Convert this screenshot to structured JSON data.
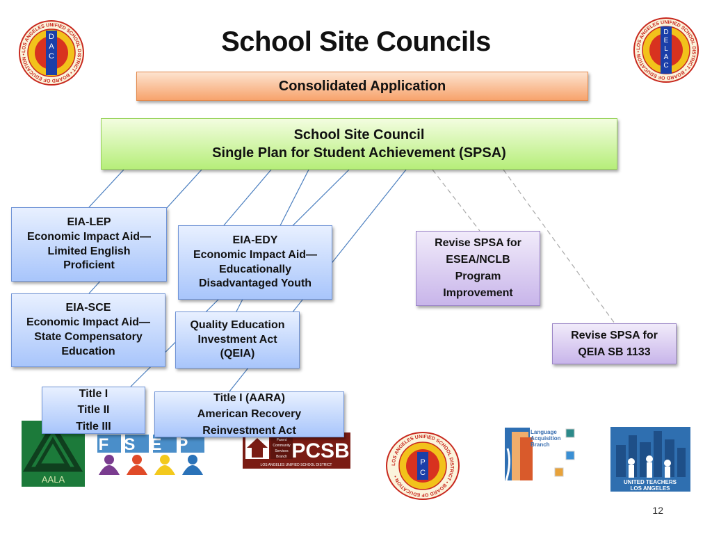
{
  "title": "School Site Councils",
  "logos": {
    "left_seal_letters": [
      "D",
      "A",
      "C"
    ],
    "right_seal_letters": [
      "D",
      "E",
      "L",
      "A",
      "C"
    ],
    "bottom_seal_letters": [
      "P",
      "C"
    ],
    "seal_ring_text": "LOS ANGELES UNIFIED SCHOOL DISTRICT • BOARD OF EDUCATION •",
    "aala": "AALA",
    "fsep": "FSEP",
    "pcsb_side": [
      "Parent",
      "Community",
      "Services",
      "Branch"
    ],
    "pcsb": "PCSB",
    "pcsb_sub": "LOS ANGELES UNIFIED SCHOOL DISTRICT",
    "lab_lines": [
      "Language",
      "Acquisition",
      "Branch"
    ],
    "utla_lines": [
      "UNITED TEACHERS",
      "LOS ANGELES"
    ]
  },
  "consolidated": "Consolidated Application",
  "council": {
    "line1": "School Site Council",
    "line2": "Single Plan for Student Achievement (SPSA)"
  },
  "programs": {
    "eia_lep": [
      "EIA-LEP",
      "Economic Impact Aid—",
      "Limited English",
      "Proficient"
    ],
    "eia_edy": [
      "EIA-EDY",
      "Economic Impact Aid—",
      "Educationally",
      "Disadvantaged Youth"
    ],
    "eia_sce": [
      "EIA-SCE",
      "Economic Impact Aid—",
      "State Compensatory",
      "Education"
    ],
    "qeia": [
      "Quality Education",
      "Investment Act",
      "(QEIA)"
    ],
    "titles": [
      "Title I",
      "Title II",
      "Title III"
    ],
    "aara": [
      "Title I (AARA)",
      "American Recovery",
      "Reinvestment Act"
    ]
  },
  "revise": {
    "esea": [
      "Revise SPSA for",
      "ESEA/NCLB",
      "Program",
      "Improvement"
    ],
    "qeia": [
      "Revise SPSA for",
      "QEIA SB 1133"
    ]
  },
  "page_number": "12",
  "colors": {
    "connector_solid": "#4a7ebf",
    "connector_dashed": "#a9a9a9"
  }
}
